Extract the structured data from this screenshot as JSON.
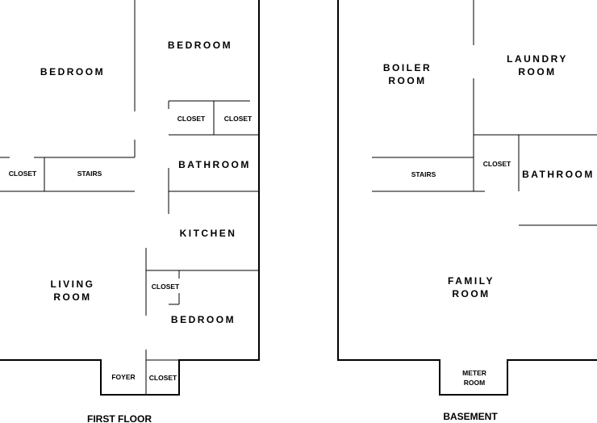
{
  "first_floor": {
    "title": "FIRST FLOOR",
    "rooms": {
      "bedroom_left": "BEDROOM",
      "bedroom_top": "BEDROOM",
      "closet_top_1": "CLOSET",
      "closet_top_2": "CLOSET",
      "closet_stairs": "CLOSET",
      "stairs": "STAIRS",
      "bathroom": "BATHROOM",
      "kitchen": "KITCHEN",
      "living_1": "LIVING",
      "living_2": "ROOM",
      "closet_mid": "CLOSET",
      "bedroom_bottom": "BEDROOM",
      "foyer": "FOYER",
      "closet_foyer": "CLOSET"
    }
  },
  "basement": {
    "title": "BASEMENT",
    "rooms": {
      "boiler_1": "BOILER",
      "boiler_2": "ROOM",
      "laundry_1": "LAUNDRY",
      "laundry_2": "ROOM",
      "stairs": "STAIRS",
      "closet": "CLOSET",
      "bathroom": "BATHROOM",
      "family_1": "FAMILY",
      "family_2": "ROOM",
      "meter_1": "METER",
      "meter_2": "ROOM"
    }
  }
}
